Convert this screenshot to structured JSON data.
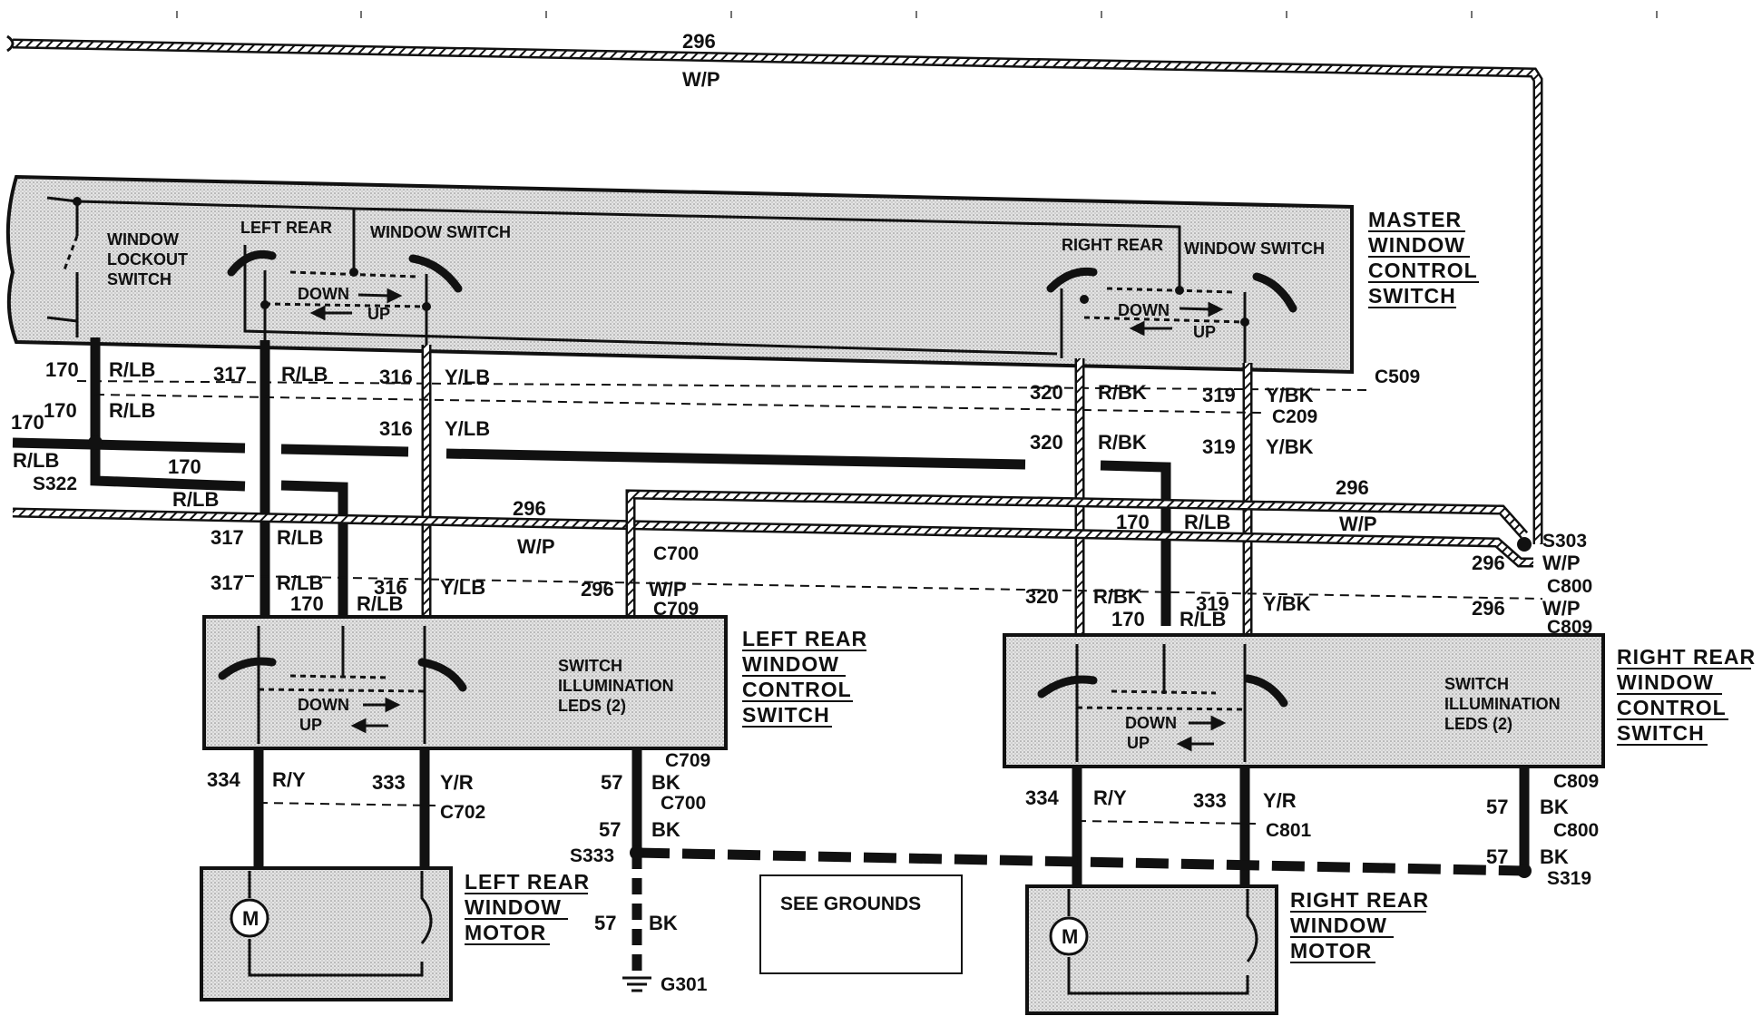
{
  "top_wire": {
    "circuit": "296",
    "color": "W/P"
  },
  "master": {
    "title": [
      "MASTER",
      "WINDOW",
      "CONTROL",
      "SWITCH"
    ],
    "lockout_label": [
      "WINDOW",
      "LOCKOUT",
      "SWITCH"
    ],
    "left_switch_label": "LEFT REAR",
    "left_switch_label2": "WINDOW SWITCH",
    "right_switch_label": "RIGHT REAR",
    "right_switch_label2": "WINDOW SWITCH",
    "down": "DOWN",
    "up": "UP",
    "connector": "C509"
  },
  "wires": {
    "c170": "170",
    "rlb": "R/LB",
    "c317": "317",
    "c316": "316",
    "ylb": "Y/LB",
    "c320": "320",
    "rbk": "R/BK",
    "c319": "319",
    "ybk": "Y/BK",
    "c296": "296",
    "wp": "W/P",
    "c334": "334",
    "ry": "R/Y",
    "c333": "333",
    "yr": "Y/R",
    "c57": "57",
    "bk": "BK"
  },
  "connectors": {
    "c209": "C209",
    "s322": "S322",
    "c700": "C700",
    "c709": "C709",
    "s303": "S303",
    "c800": "C800",
    "c809": "C809",
    "c702": "C702",
    "c801": "C801",
    "s333": "S333",
    "s319": "S319",
    "g301": "G301"
  },
  "left_rear_switch": {
    "title": [
      "LEFT REAR",
      "WINDOW",
      "CONTROL",
      "SWITCH"
    ],
    "illum": [
      "SWITCH",
      "ILLUMINATION",
      "LEDS (2)"
    ],
    "down": "DOWN",
    "up": "UP"
  },
  "right_rear_switch": {
    "title": [
      "RIGHT REAR",
      "WINDOW",
      "CONTROL",
      "SWITCH"
    ],
    "illum": [
      "SWITCH",
      "ILLUMINATION",
      "LEDS (2)"
    ],
    "down": "DOWN",
    "up": "UP"
  },
  "left_motor": {
    "title": [
      "LEFT REAR",
      "WINDOW",
      "MOTOR"
    ],
    "symbol": "M"
  },
  "right_motor": {
    "title": [
      "RIGHT REAR",
      "WINDOW",
      "MOTOR"
    ],
    "symbol": "M"
  },
  "see_grounds": "SEE GROUNDS"
}
